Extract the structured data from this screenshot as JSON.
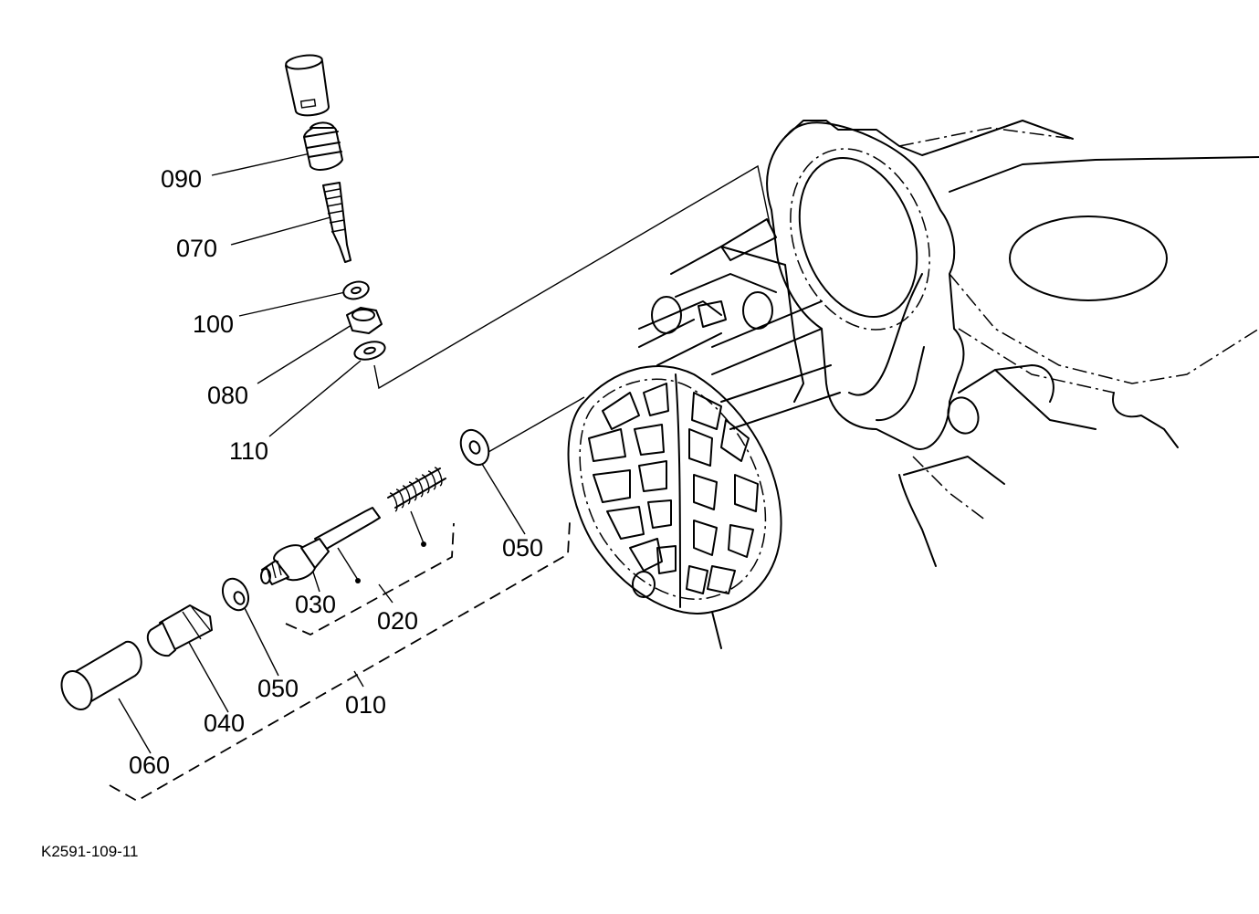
{
  "drawing_code": "K2591-109-11",
  "parts": [
    {
      "id": "090"
    },
    {
      "id": "070"
    },
    {
      "id": "100"
    },
    {
      "id": "080"
    },
    {
      "id": "110"
    },
    {
      "id": "050"
    },
    {
      "id": "030"
    },
    {
      "id": "020"
    },
    {
      "id": "050"
    },
    {
      "id": "010"
    },
    {
      "id": "040"
    },
    {
      "id": "060"
    }
  ]
}
